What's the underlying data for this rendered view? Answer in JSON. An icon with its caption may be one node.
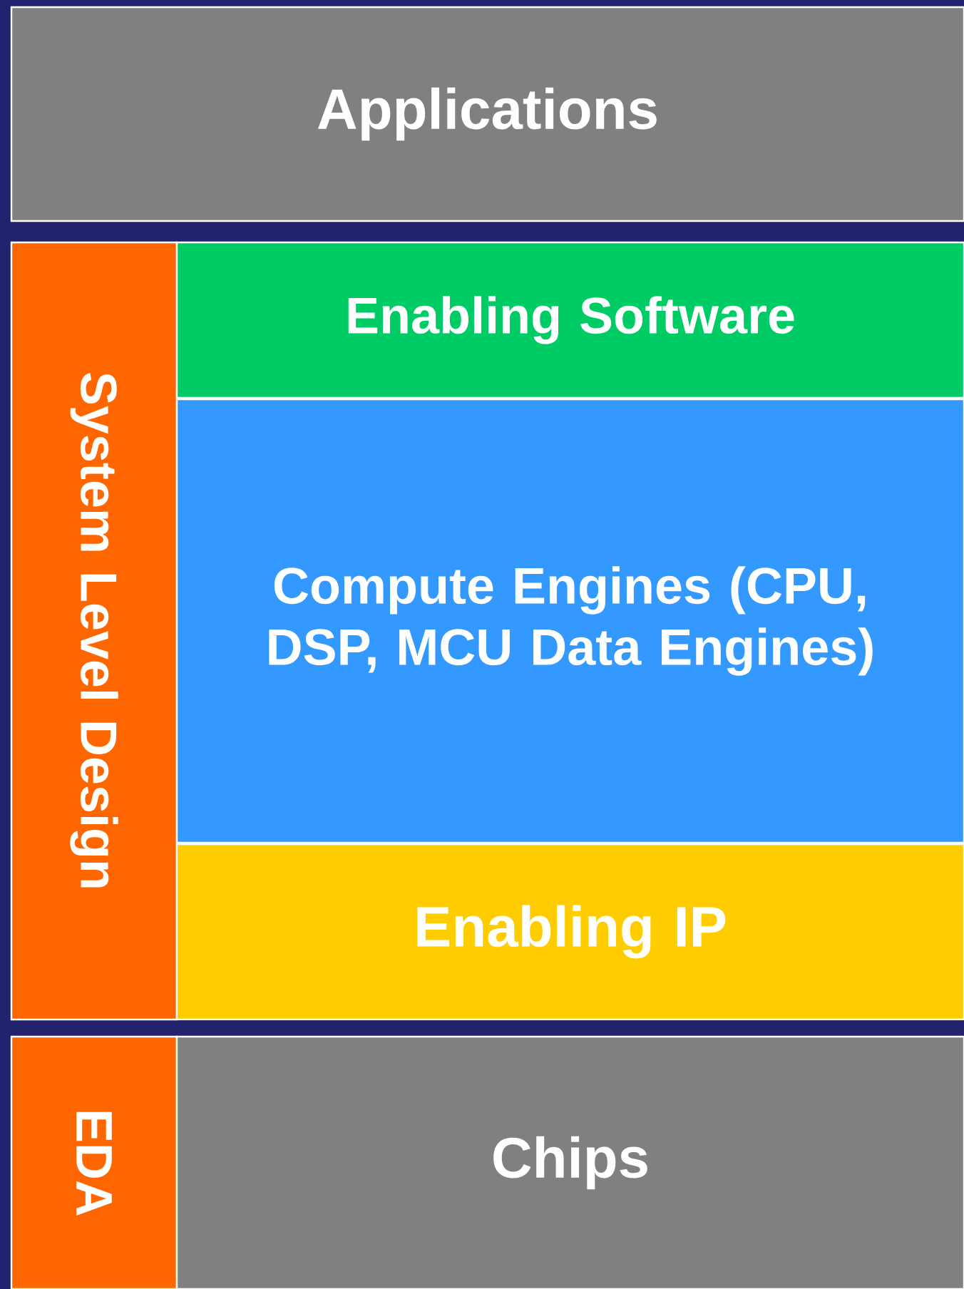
{
  "diagram": {
    "nodes": [
      {
        "text": [
          "Applications"
        ]
      },
      {
        "text": [
          "System Level Design"
        ]
      },
      {
        "text": [
          "Enabling Software"
        ]
      },
      {
        "text": [
          "Compute Engines (CPU, DSP, MCU Data Engines)"
        ]
      },
      {
        "text": [
          "Enabling IP"
        ]
      },
      {
        "text": [
          "EDA"
        ]
      },
      {
        "text": [
          "Chips"
        ]
      }
    ]
  }
}
